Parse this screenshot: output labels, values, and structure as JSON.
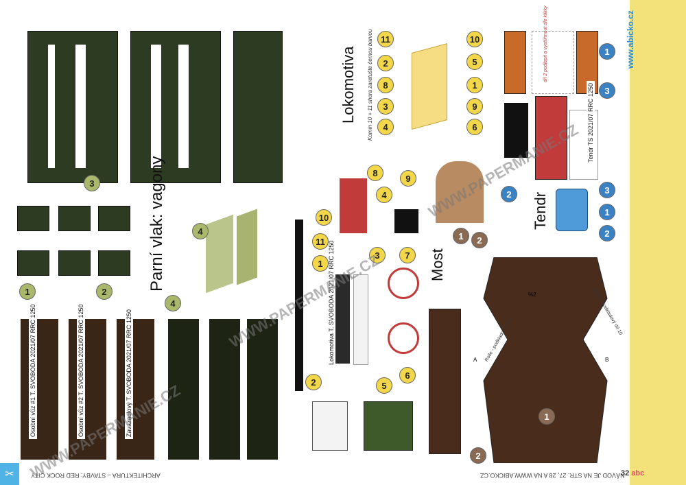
{
  "page": {
    "page_number": "32",
    "logo_text": "abc",
    "website": "www.abicko.cz",
    "footer_left": "ARCHITEKTURA – STAVBY: RED ROCK CITY",
    "footer_right": "NÁVOD JE NA STR. 27, 28 A NA WWW.ABICKO.CZ",
    "watermark": "WWW.PAPERMANIE.CZ"
  },
  "sections": {
    "wagons_title": "Parní vlak: vagony",
    "loco_title": "Lokomotiva",
    "loco_note": "Komín 10 + 11 shora zaretušte černou barvou",
    "bridge_title": "Most",
    "tender_title": "Tendr",
    "tender_note": "díl 2 podlepit a vystřihnout dle klikky"
  },
  "wagon_labels": [
    {
      "line1": "Osobní vůz #1",
      "line2": "T. SVOBODA",
      "code": "2021/07",
      "rr": "RRC",
      "num": "1250"
    },
    {
      "line1": "Osobní vůz #2",
      "line2": "T. SVOBODA",
      "code": "2021/07",
      "rr": "RRC",
      "num": "1250"
    },
    {
      "line1": "Zavazadlový",
      "line2": "T. SVOBODA",
      "code": "2021/07",
      "rr": "RRC",
      "num": "1250"
    }
  ],
  "loco_label": {
    "line1": "Lokomotiva",
    "line2": "T. SVOBODA",
    "code": "2021/07",
    "rr": "RRC",
    "num": "1250"
  },
  "tender_label": {
    "line1": "Tendr",
    "line2": "TS",
    "code": "2021/07",
    "rr": "RRC",
    "num": "1250"
  },
  "bridge_notes": [
    "Rolle - podkladový díl 1",
    "Rolle - podkladový díl 10",
    "%2",
    "A",
    "B"
  ],
  "step_numbers": {
    "wagons": [
      "1",
      "2",
      "3",
      "4"
    ],
    "loco": [
      "11",
      "2",
      "8",
      "3",
      "4",
      "10",
      "5",
      "1",
      "9",
      "6",
      "7"
    ],
    "tender": [
      "1",
      "3",
      "2",
      "3",
      "1",
      "2"
    ],
    "bridge": [
      "1",
      "2"
    ]
  }
}
